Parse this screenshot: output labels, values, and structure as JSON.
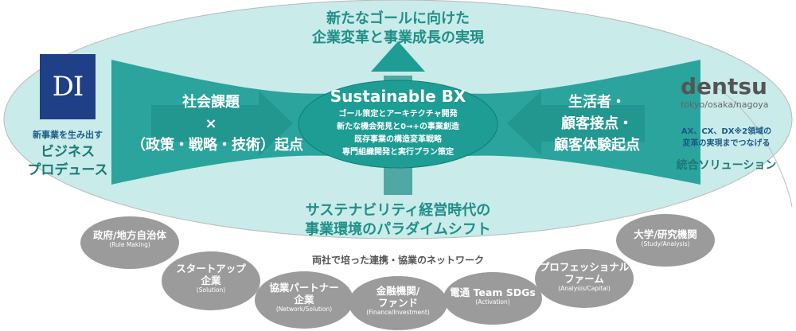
{
  "top_title": [
    "新たなゴールに向けた",
    "企業変革と事業成長の実現"
  ],
  "bottom_title": [
    "サステナビリティ経営時代の",
    "事業環境のパラダイムシフト"
  ],
  "left_arrow": [
    "社会課題",
    "×",
    "（政策・戦略・技術）起点"
  ],
  "right_arrow": [
    "生活者・",
    "顧客接点・",
    "顧客体験起点"
  ],
  "center": {
    "title": "Sustainable BX",
    "items": [
      "ゴール策定とアーキテクチャ開発",
      "新たな機会発見と0→+の事業創造",
      "既存事業の構造変革戦略",
      "専門組織開発と実行プラン策定"
    ]
  },
  "left_company": {
    "logo_text": "DI",
    "caption": "新事業を生み出す",
    "role": [
      "ビジネス",
      "プロデュース"
    ]
  },
  "right_company": {
    "logo_text": "dentsu",
    "logo_sub": "tokyo/osaka/nagoya",
    "caption": [
      "AX、CX、DX※2領域の",
      "変革の実現までつなげる"
    ],
    "role": "統合ソリューション"
  },
  "network_label": "両社で培った連携・協業のネットワーク",
  "partners": [
    {
      "title": [
        "政府/地方自治体"
      ],
      "sub": "(Rule Making)"
    },
    {
      "title": [
        "スタートアップ",
        "企業"
      ],
      "sub": "(Solution)"
    },
    {
      "title": [
        "協業パートナー",
        "企業"
      ],
      "sub": "(Network/Solution)"
    },
    {
      "title": [
        "金融機関/",
        "ファンド"
      ],
      "sub": "(Finance/Investment)"
    },
    {
      "title": [
        "電通 Team SDGs"
      ],
      "sub": "(Activation)"
    },
    {
      "title": [
        "プロフェッショナル",
        "ファーム"
      ],
      "sub": "(Analysis/Capital)"
    },
    {
      "title": [
        "大学/研究機関"
      ],
      "sub": "(Study/Analysis)"
    }
  ],
  "colors": {
    "teal_light": "#c9ebe9",
    "teal_mid": "#7fd0cc",
    "teal_dark": "#1e9d95",
    "bubble_gray": "#9b9b9b",
    "di_blue": "#1f3f86"
  }
}
